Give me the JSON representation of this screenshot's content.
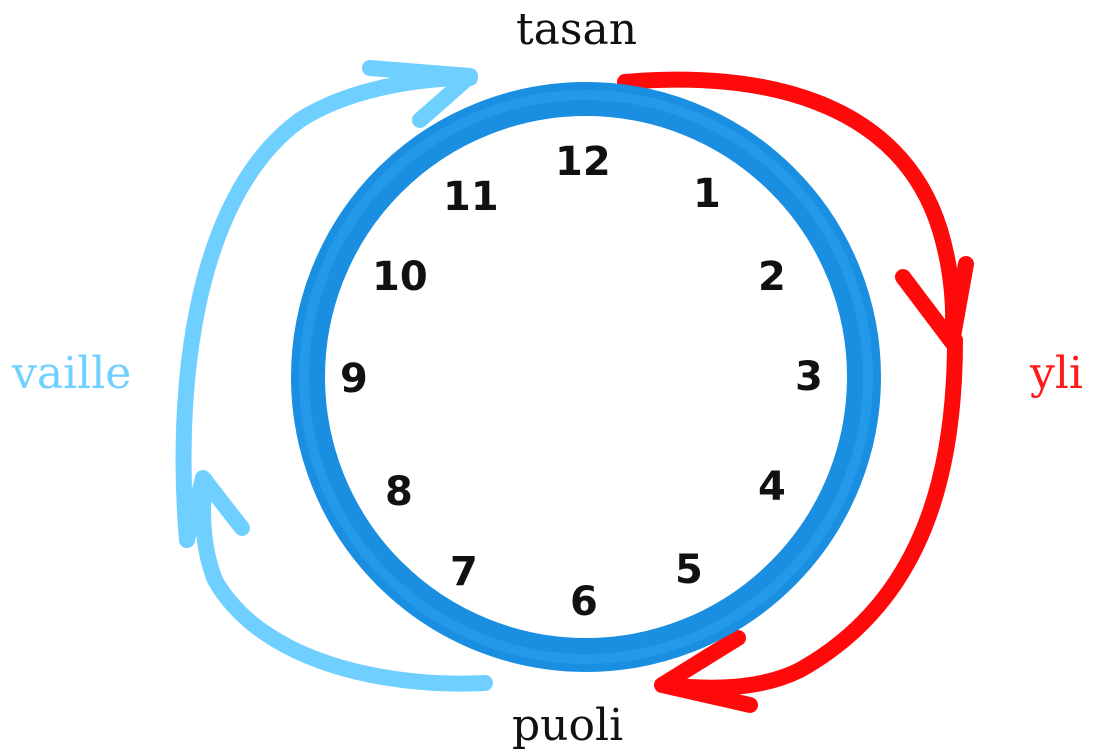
{
  "labels": {
    "top": "tasan",
    "bottom": "puoli",
    "left": "vaille",
    "right": "yli"
  },
  "clock": {
    "numbers": [
      "12",
      "1",
      "2",
      "3",
      "4",
      "5",
      "6",
      "7",
      "8",
      "9",
      "10",
      "11"
    ]
  },
  "colors": {
    "ring": "#1a8ee0",
    "ring_light": "#2aa2ee",
    "vaille_arrow": "#6fd0ff",
    "yli_arrow": "#ff0a0a",
    "text": "#111111"
  }
}
